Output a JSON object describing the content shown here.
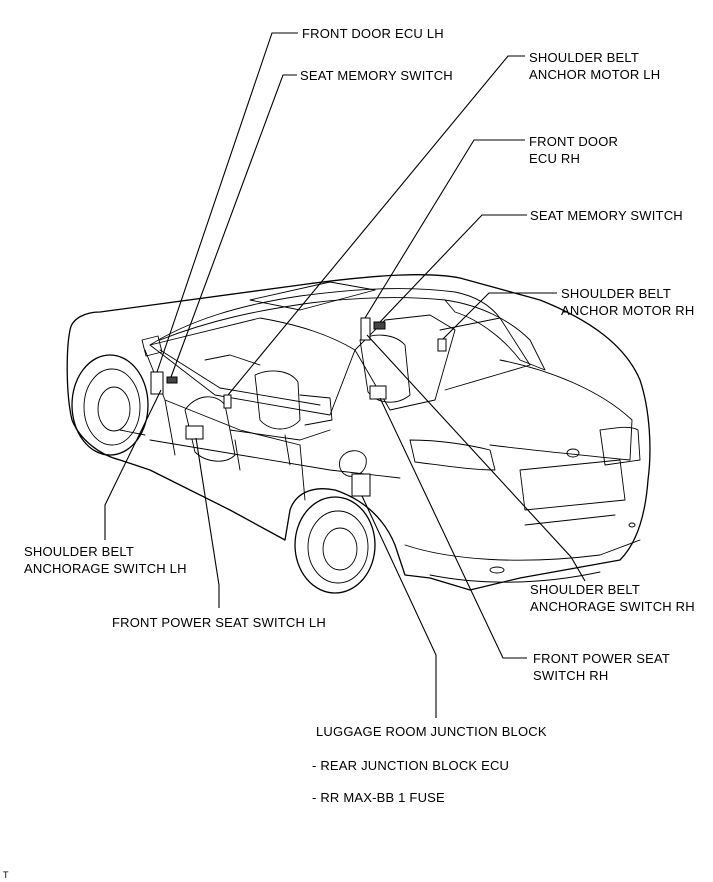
{
  "labels": {
    "front_door_ecu_lh": "FRONT DOOR ECU LH",
    "seat_memory_switch_lh": "SEAT MEMORY SWITCH",
    "shoulder_belt_anchor_motor_lh_1": "SHOULDER BELT",
    "shoulder_belt_anchor_motor_lh_2": "ANCHOR MOTOR LH",
    "front_door_ecu_rh_1": "FRONT DOOR",
    "front_door_ecu_rh_2": "ECU RH",
    "seat_memory_switch_rh": "SEAT MEMORY SWITCH",
    "shoulder_belt_anchor_motor_rh_1": "SHOULDER BELT",
    "shoulder_belt_anchor_motor_rh_2": "ANCHOR MOTOR RH",
    "shoulder_belt_anchorage_switch_lh_1": "SHOULDER BELT",
    "shoulder_belt_anchorage_switch_lh_2": "ANCHORAGE SWITCH LH",
    "front_power_seat_switch_lh": "FRONT POWER SEAT SWITCH LH",
    "shoulder_belt_anchorage_switch_rh_1": "SHOULDER BELT",
    "shoulder_belt_anchorage_switch_rh_2": "ANCHORAGE SWITCH RH",
    "front_power_seat_switch_rh_1": "FRONT POWER SEAT",
    "front_power_seat_switch_rh_2": "SWITCH RH",
    "luggage_room_junction_block": "LUGGAGE ROOM JUNCTION BLOCK",
    "rear_junction_block_ecu": "- REAR JUNCTION BLOCK ECU",
    "rr_max_bb_1_fuse": "- RR MAX-BB 1 FUSE"
  },
  "corner_mark": "T"
}
